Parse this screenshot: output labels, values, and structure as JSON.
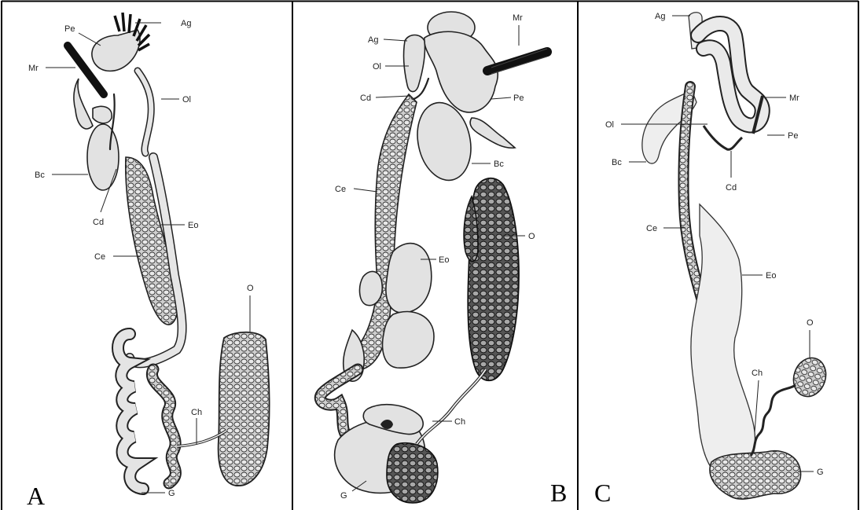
{
  "panels": [
    {
      "letter": "A",
      "labels": {
        "ag": "Ag",
        "pe": "Pe",
        "mr": "Mr",
        "ol": "Ol",
        "bc": "Bc",
        "cd": "Cd",
        "eo": "Eo",
        "ce": "Ce",
        "o": "O",
        "ch": "Ch",
        "g": "G"
      }
    },
    {
      "letter": "B",
      "labels": {
        "ag": "Ag",
        "mr": "Mr",
        "ol": "Ol",
        "cd": "Cd",
        "pe": "Pe",
        "bc": "Bc",
        "ce": "Ce",
        "eo": "Eo",
        "o": "O",
        "ch": "Ch",
        "g": "G"
      }
    },
    {
      "letter": "C",
      "labels": {
        "ag": "Ag",
        "mr": "Mr",
        "ol": "Ol",
        "pe": "Pe",
        "bc": "Bc",
        "cd": "Cd",
        "ce": "Ce",
        "eo": "Eo",
        "o": "O",
        "ch": "Ch",
        "g": "G"
      }
    }
  ],
  "colors": {
    "border": "#000000",
    "ink": "#222222",
    "organ_fill": "#e2e2e2",
    "dark_fill": "#9a9a9a"
  }
}
